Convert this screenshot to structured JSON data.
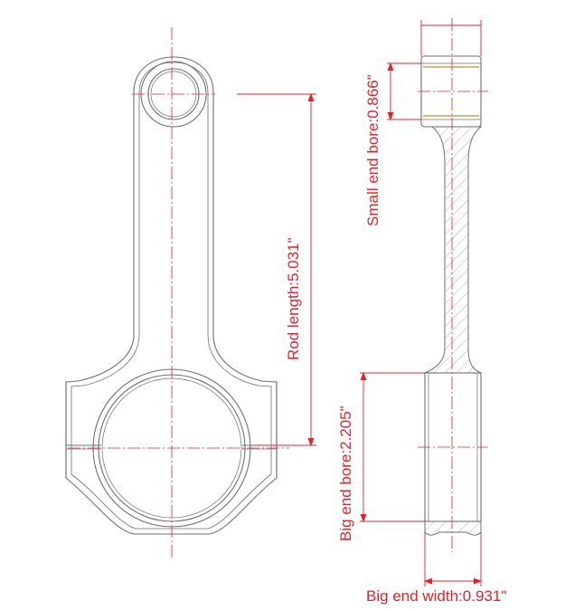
{
  "colors": {
    "outline": "#6f6f6f",
    "dimension": "#e8202a",
    "bearing": "#c8a24a",
    "background": "#ffffff"
  },
  "labels": {
    "rod_length": "Rod length:5.031\"",
    "small_end_bore": "Small end bore:0.866\"",
    "big_end_bore": "Big end bore:2.205\"",
    "big_end_width": "Big end width:0.931\""
  }
}
